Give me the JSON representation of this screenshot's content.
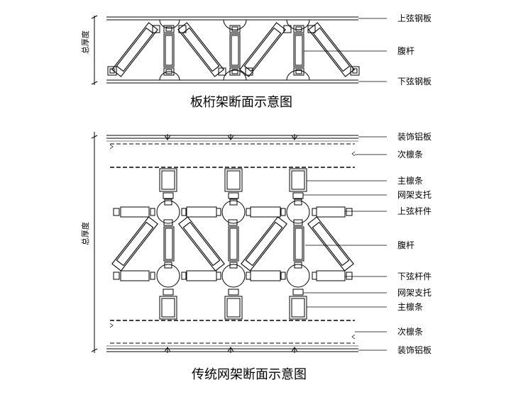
{
  "top_diagram": {
    "title": "板桁架断面示意图",
    "thickness_label": "总厚度",
    "labels": {
      "top_chord": "上弦钢板",
      "web": "腹杆",
      "bottom_chord": "下弦钢板"
    }
  },
  "bottom_diagram": {
    "title": "传统网架断面示意图",
    "thickness_label": "总厚度",
    "labels": {
      "panel_top": "装饰铝板",
      "purlin_sec_top": "次檩条",
      "purlin_main_top": "主檩条",
      "support_top": "网架支托",
      "top_member": "上弦杆件",
      "web": "腹杆",
      "bottom_member": "下弦杆件",
      "support_bottom": "网架支托",
      "purlin_main_bottom": "主檩条",
      "purlin_sec_bottom": "次檩条",
      "panel_bottom": "装饰铝板"
    }
  }
}
